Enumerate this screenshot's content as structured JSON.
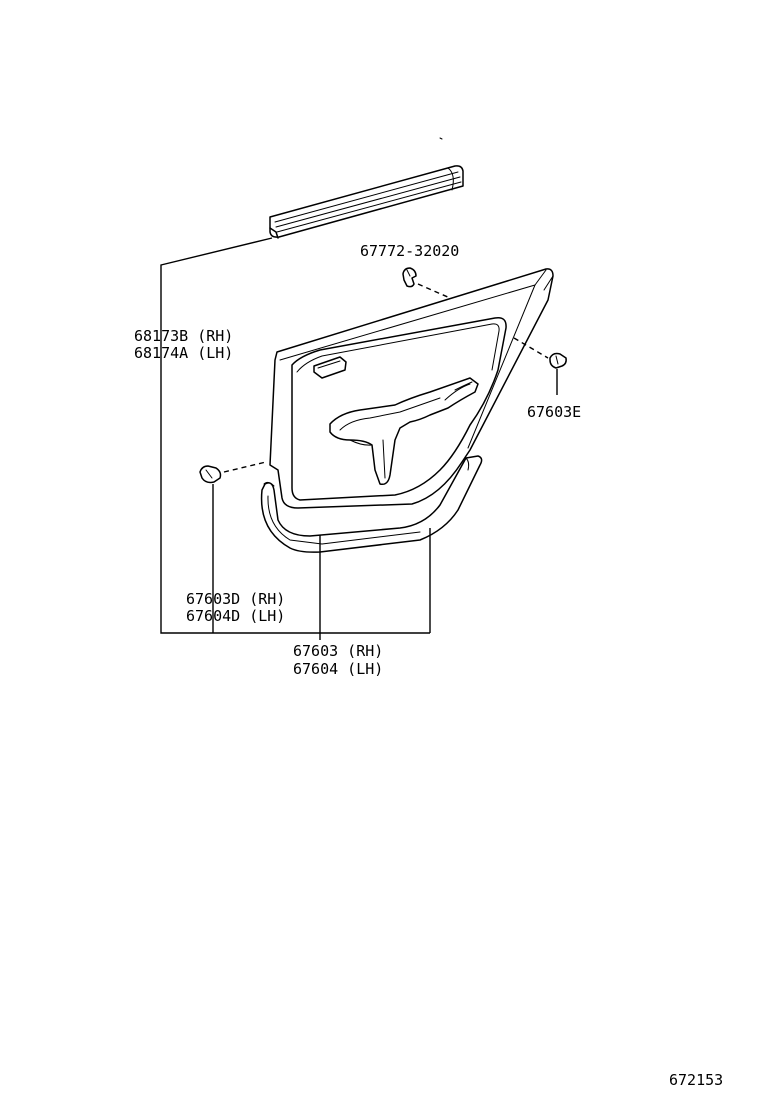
{
  "labels": {
    "clip_top": "67772-32020",
    "clip_right": "67603E",
    "weatherstrip_rh": "68173B (RH)",
    "weatherstrip_lh": "68174A (LH)",
    "clip_left_rh": "67603D (RH)",
    "clip_left_lh": "67604D (LH)",
    "trim_board_rh": "67603 (RH)",
    "trim_board_lh": "67604 (LH)"
  },
  "drawing_number": "672153"
}
